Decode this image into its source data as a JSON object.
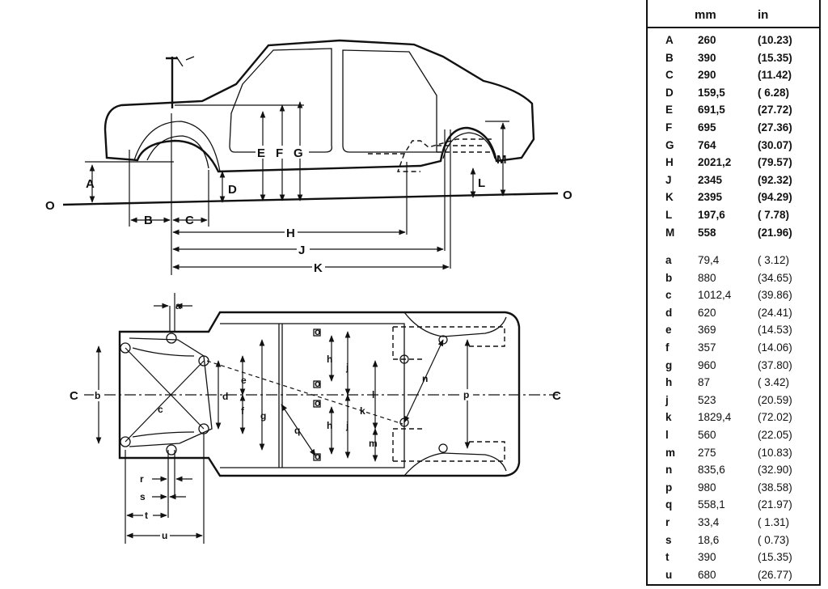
{
  "diagram": {
    "side_labels": {
      "A": "A",
      "B": "B",
      "C": "C",
      "D": "D",
      "E": "E",
      "F": "F",
      "G": "G",
      "H": "H",
      "J": "J",
      "K": "K",
      "L": "L",
      "M": "M",
      "O_left": "O",
      "O_right": "O"
    },
    "plan_labels": {
      "a": "a",
      "b": "b",
      "c": "c",
      "d": "d",
      "e": "e",
      "f": "f",
      "g": "g",
      "h_upper": "h",
      "h_lower": "h",
      "j_upper": "j",
      "j_lower": "j",
      "k": "k",
      "l": "l",
      "m": "m",
      "n": "n",
      "p": "p",
      "q": "q",
      "r": "r",
      "s": "s",
      "t": "t",
      "u": "u",
      "cl_left": "C",
      "cl_right": "C",
      "ref_o1": "o",
      "ref_o2": "o",
      "ref_o3": "o",
      "ref_o4": "o"
    }
  },
  "table": {
    "header_mm": "mm",
    "header_in": "in",
    "upper": [
      {
        "code": "A",
        "mm": "260",
        "in": "(10.23)"
      },
      {
        "code": "B",
        "mm": "390",
        "in": "(15.35)"
      },
      {
        "code": "C",
        "mm": "290",
        "in": "(11.42)"
      },
      {
        "code": "D",
        "mm": "159,5",
        "in": "( 6.28)"
      },
      {
        "code": "E",
        "mm": "691,5",
        "in": "(27.72)"
      },
      {
        "code": "F",
        "mm": "695",
        "in": "(27.36)"
      },
      {
        "code": "G",
        "mm": "764",
        "in": "(30.07)"
      },
      {
        "code": "H",
        "mm": "2021,2",
        "in": "(79.57)"
      },
      {
        "code": "J",
        "mm": "2345",
        "in": "(92.32)"
      },
      {
        "code": "K",
        "mm": "2395",
        "in": "(94.29)"
      },
      {
        "code": "L",
        "mm": "197,6",
        "in": "( 7.78)"
      },
      {
        "code": "M",
        "mm": "558",
        "in": "(21.96)"
      }
    ],
    "lower": [
      {
        "code": "a",
        "mm": "79,4",
        "in": "( 3.12)"
      },
      {
        "code": "b",
        "mm": "880",
        "in": "(34.65)"
      },
      {
        "code": "c",
        "mm": "1012,4",
        "in": "(39.86)"
      },
      {
        "code": "d",
        "mm": "620",
        "in": "(24.41)"
      },
      {
        "code": "e",
        "mm": "369",
        "in": "(14.53)"
      },
      {
        "code": "f",
        "mm": "357",
        "in": "(14.06)"
      },
      {
        "code": "g",
        "mm": "960",
        "in": "(37.80)"
      },
      {
        "code": "h",
        "mm": "87",
        "in": "( 3.42)"
      },
      {
        "code": "j",
        "mm": "523",
        "in": "(20.59)"
      },
      {
        "code": "k",
        "mm": "1829,4",
        "in": "(72.02)"
      },
      {
        "code": "l",
        "mm": "560",
        "in": "(22.05)"
      },
      {
        "code": "m",
        "mm": "275",
        "in": "(10.83)"
      },
      {
        "code": "n",
        "mm": "835,6",
        "in": "(32.90)"
      },
      {
        "code": "p",
        "mm": "980",
        "in": "(38.58)"
      },
      {
        "code": "q",
        "mm": "558,1",
        "in": "(21.97)"
      },
      {
        "code": "r",
        "mm": "33,4",
        "in": "( 1.31)"
      },
      {
        "code": "s",
        "mm": "18,6",
        "in": "( 0.73)"
      },
      {
        "code": "t",
        "mm": "390",
        "in": "(15.35)"
      },
      {
        "code": "u",
        "mm": "680",
        "in": "(26.77)"
      }
    ]
  }
}
